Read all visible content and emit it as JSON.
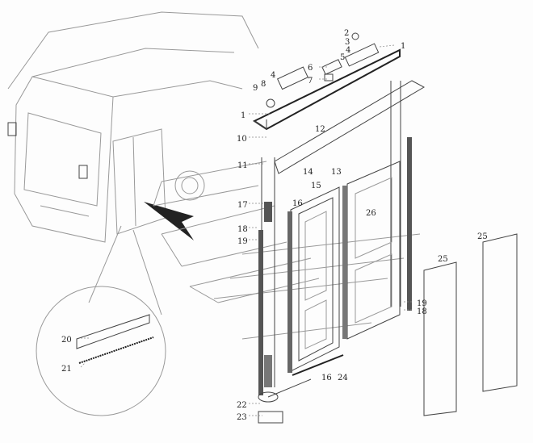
{
  "callouts": {
    "c1a": "1",
    "c2": "2",
    "c3": "3",
    "c4a": "4",
    "c5": "5",
    "c6": "6",
    "c7": "7",
    "c4b": "4",
    "c8": "8",
    "c9": "9",
    "c1b": "1",
    "c10": "10",
    "c12": "12",
    "c11": "11",
    "c14": "14",
    "c13": "13",
    "c15": "15",
    "c16a": "16",
    "c17": "17",
    "c26": "26",
    "c18a": "18",
    "c19a": "19",
    "c19b": "19",
    "c18b": "18",
    "c25a": "25",
    "c25b": "25",
    "c20": "20",
    "c21": "21",
    "c22": "22",
    "c23": "23",
    "c16b": "16",
    "c24": "24"
  },
  "colors": {
    "line": "#444444",
    "light": "#999999",
    "background": "#fdfdfd"
  }
}
